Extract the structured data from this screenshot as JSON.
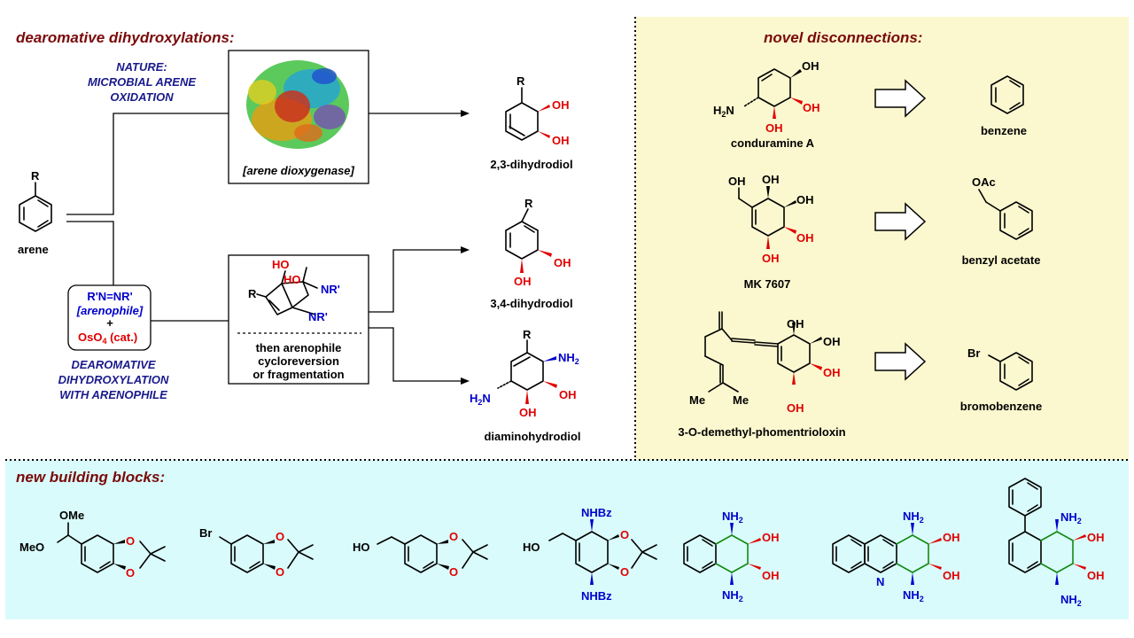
{
  "sections": {
    "dearomative": "dearomative dihydroxylations:",
    "novel": "novel disconnections:",
    "blocks": "new building blocks:"
  },
  "left": {
    "arene": "arene",
    "nature": [
      "NATURE:",
      "MICROBIAL ARENE",
      "OXIDATION"
    ],
    "enzyme": "[arene dioxygenase]",
    "reagent1": "R'N=NR'",
    "reagent2": "[arenophile]",
    "plus": "+",
    "reagent3": "OsO",
    "reagent3_sub": "4",
    "reagent3_tail": " (cat.)",
    "dearom": [
      "DEAROMATIVE",
      "DIHYDROXYLATION",
      "WITH ARENOPHILE"
    ],
    "box_text": [
      "then arenophile",
      "cycloreversion",
      "or fragmentation"
    ],
    "products": [
      "2,3-dihydrodiol",
      "3,4-dihydrodiol",
      "diaminohydrodiol"
    ]
  },
  "right": {
    "targets": [
      "conduramine A",
      "MK 7607",
      "3-O-demethyl-phomentrioloxin"
    ],
    "sources": [
      "benzene",
      "benzyl acetate",
      "bromobenzene"
    ]
  },
  "atoms": {
    "R": "R",
    "OH": "OH",
    "HO": "HO",
    "NH": "NH",
    "NH2_sub": "2",
    "H2N": "H",
    "N_tail": "N",
    "NR": "NR'",
    "OAc": "OAc",
    "Br": "Br",
    "Me": "Me",
    "OMe": "OMe",
    "MeO": "MeO",
    "O": "O",
    "N": "N",
    "NHBz": "NHBz"
  },
  "colors": {
    "section_title": "#7a0a0a",
    "navy_text": "#1a1a8c",
    "hydroxyl": "#e00000",
    "amine": "#0000cc",
    "new_bond": "#138a13",
    "right_panel": "#fbf8cf",
    "bottom_panel": "#d9fbfb"
  }
}
